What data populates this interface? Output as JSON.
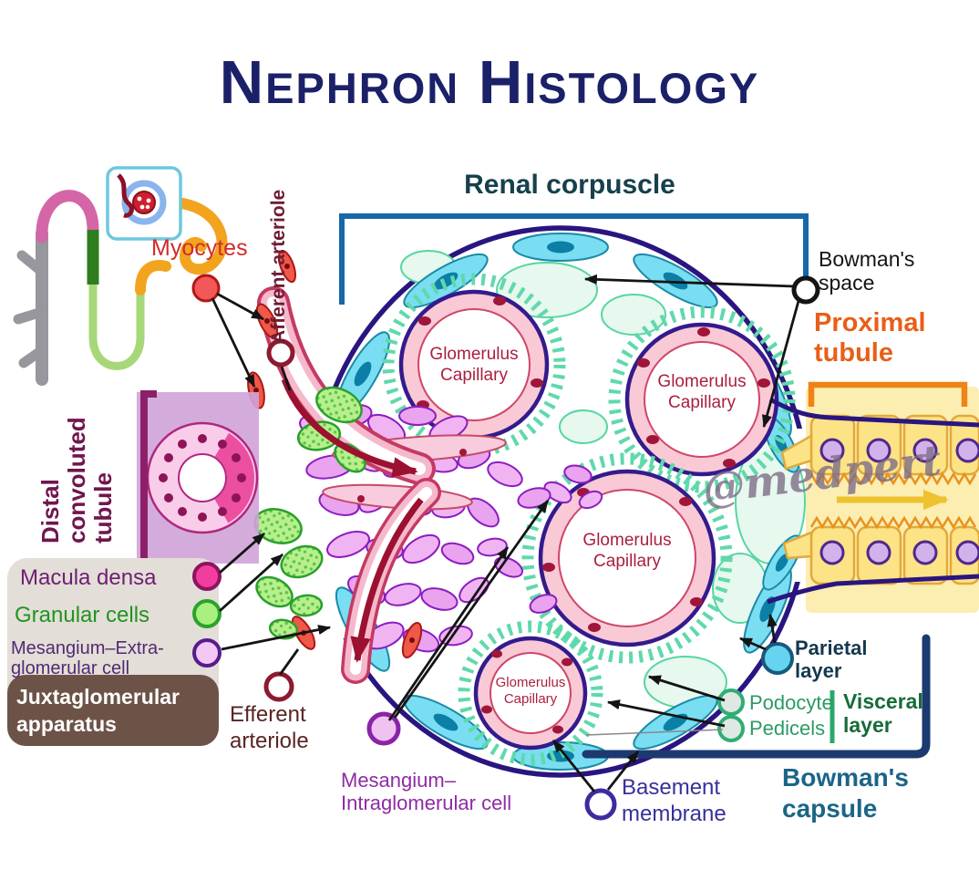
{
  "title": "Nephron Histology",
  "watermark": "@medpert",
  "diagram": {
    "renal_corpuscle": "Renal corpuscle",
    "myocytes": "Myocytes",
    "afferent_arteriole": "Afferent arteriole",
    "bowmans_space": "Bowman's space",
    "proximal_tubule": "Proximal tubule",
    "glomerulus_capillary": "Glomerulus Capillary",
    "distal_convoluted_tubule": "Distal convoluted tubule",
    "efferent_arteriole": "Efferent arteriole",
    "mesangium_intraglomerular": "Mesangium–Intraglomerular cell",
    "basement_membrane": "Basement membrane",
    "parietal_layer": "Parietal layer",
    "podocyte": "Podocyte",
    "pedicels": "Pedicels",
    "visceral_layer": "Visceral layer",
    "bowmans_capsule": "Bowman's capsule"
  },
  "legend": {
    "macula_densa": "Macula densa",
    "granular_cells": "Granular cells",
    "mesangium_extraglomerular": "Mesangium–Extra-glomerular cell",
    "juxtaglomerular_apparatus": "Juxtaglomerular apparatus"
  },
  "colors": {
    "title": "#1b2168",
    "renal_corpuscle_label": "#16404c",
    "renal_corpuscle_bracket": "#1668a8",
    "proximal_tubule_label": "#e85f17",
    "proximal_tubule_bracket": "#ef8318",
    "myocytes_label": "#d12b2b",
    "afferent_arteriole_label": "#6f1d33",
    "efferent_arteriole_label": "#5a2424",
    "distal_tubule_label": "#70164e",
    "macula_densa_label": "#6d2073",
    "granular_cells_label": "#219421",
    "mesangium_extra_label": "#512a74",
    "mesangium_intra_label": "#8f2ba4",
    "basement_membrane_label": "#37309a",
    "parietal_layer_label": "#14384e",
    "podocyte_label": "#2b9a64",
    "visceral_layer_label": "#176b3a",
    "bowmans_capsule_label": "#1b6587",
    "bowmans_capsule_bracket": "#1c3a70",
    "glomerulus_capillary_label": "#aa1f3f",
    "legend_bg": "#e3ded7",
    "juxtaglomerular_bg": "#6d5347",
    "corpuscle_outline": "#2a1580",
    "parietal_cell": "#7adef2",
    "podocyte_fringe": "#5fd9ab",
    "mesangium_cell": "#f0b4f2",
    "capillary_ring": "#f9c9d6",
    "marker_myocytes": "#f25858",
    "marker_macula_densa": "#f23d9e",
    "marker_granular_cells": "#a9f07e",
    "marker_mesangium_extra": "#f3c8f5",
    "marker_mesangium_intra": "#f0c2f2",
    "marker_parietal": "#66d4f0",
    "marker_podocyte": "#dfe8e2"
  }
}
